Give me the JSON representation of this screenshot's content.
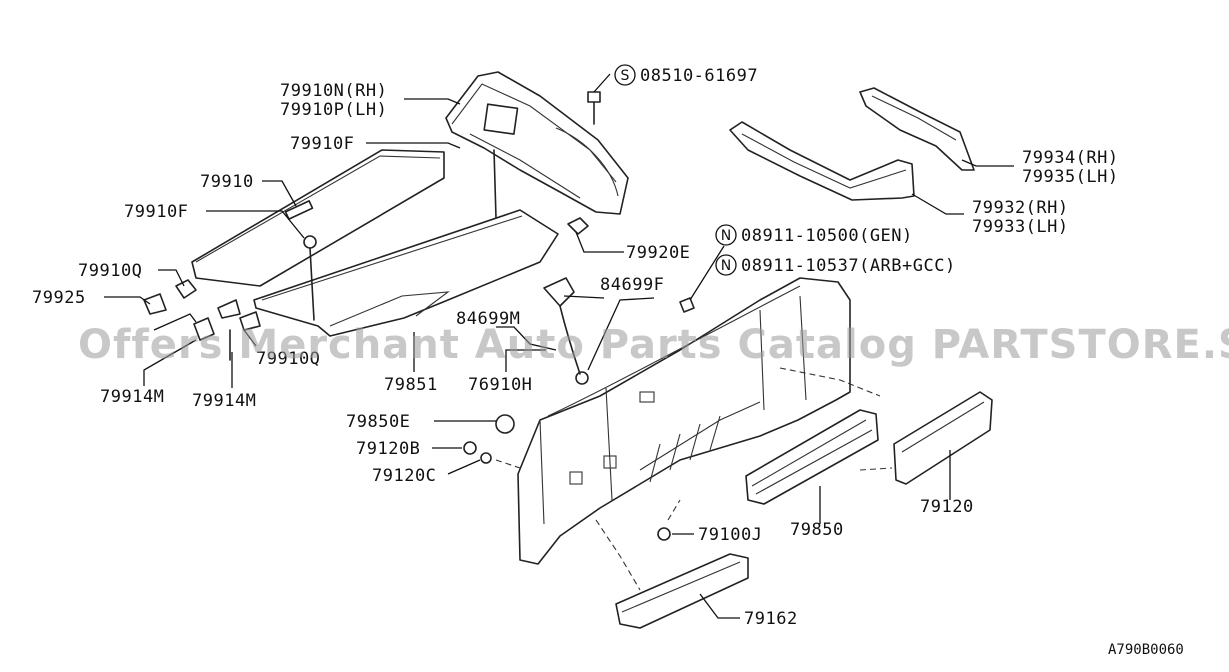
{
  "watermark": "Offers Merchant Auto Parts Catalog PARTSTORE.SA",
  "reference_code": "A790B0060",
  "labels": {
    "p79910N": "79910N(RH)",
    "p79910P": "79910P(LH)",
    "p79910F_top": "79910F",
    "p79910": "79910",
    "p79910F_left": "79910F",
    "p79910Q_left": "79910Q",
    "p79925": "79925",
    "p79910Q_bottom": "79910Q",
    "p79914M_a": "79914M",
    "p79914M_b": "79914M",
    "p79851": "79851",
    "p76910H": "76910H",
    "p84699M": "84699M",
    "p84699F": "84699F",
    "p79920E": "79920E",
    "bolt_S": "08510-61697",
    "nut_gen": "08911-10500(GEN)",
    "nut_arb": "08911-10537(ARB+GCC)",
    "p79934": "79934(RH)",
    "p79935": "79935(LH)",
    "p79932": "79932(RH)",
    "p79933": "79933(LH)",
    "p79850E": "79850E",
    "p79120B": "79120B",
    "p79120C": "79120C",
    "p79100J": "79100J",
    "p79850": "79850",
    "p79120": "79120",
    "p79162": "79162"
  },
  "symbols": {
    "bolt": "S",
    "nut_gen": "N",
    "nut_arb": "N"
  }
}
